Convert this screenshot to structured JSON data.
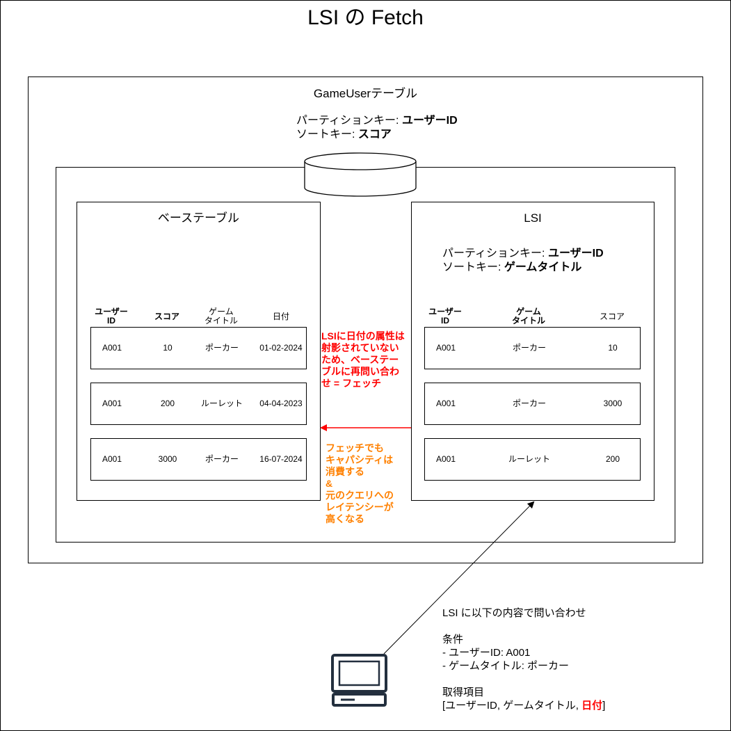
{
  "title": "LSI の Fetch",
  "table_box": {
    "name": "GameUserテーブル",
    "pk_label": "パーティションキー: ",
    "pk_value": "ユーザーID",
    "sk_label": "ソートキー: ",
    "sk_value": "スコア"
  },
  "base_table": {
    "title": "ベーステーブル",
    "headers": [
      "ユーザー\nID",
      "スコア",
      "ゲーム\nタイトル",
      "日付"
    ],
    "rows": [
      [
        "A001",
        "10",
        "ポーカー",
        "01-02-2024"
      ],
      [
        "A001",
        "200",
        "ルーレット",
        "04-04-2023"
      ],
      [
        "A001",
        "3000",
        "ポーカー",
        "16-07-2024"
      ]
    ]
  },
  "lsi": {
    "title": "LSI",
    "pk_label": "パーティションキー: ",
    "pk_value": "ユーザーID",
    "sk_label": "ソートキー: ",
    "sk_value": "ゲームタイトル",
    "headers": [
      "ユーザー\nID",
      "ゲーム\nタイトル",
      "スコア"
    ],
    "rows": [
      [
        "A001",
        "ポーカー",
        "10"
      ],
      [
        "A001",
        "ポーカー",
        "3000"
      ],
      [
        "A001",
        "ルーレット",
        "200"
      ]
    ]
  },
  "annotation_fetch": "LSIに日付の属性は射影されていないため、ベーステーブルに再問い合わせ = フェッチ",
  "annotation_cost": "フェッチでも\nキャパシティは\n消費する\n&\n元のクエリへの\nレイテンシーが\n高くなる",
  "query": {
    "intro": "LSI に以下の内容で問い合わせ",
    "conditions_title": "条件",
    "condition_1": "- ユーザーID: A001",
    "condition_2": "- ゲームタイトル: ポーカー",
    "items_title": "取得項目",
    "items_prefix": "[ユーザーID, ゲームタイトル, ",
    "items_highlight": "日付",
    "items_suffix": "]"
  },
  "colors": {
    "red": "#ff0000",
    "orange": "#ff8000",
    "line": "#000000"
  },
  "icons": {
    "client": "computer-terminal-icon",
    "db": "database-cylinder-icon"
  }
}
